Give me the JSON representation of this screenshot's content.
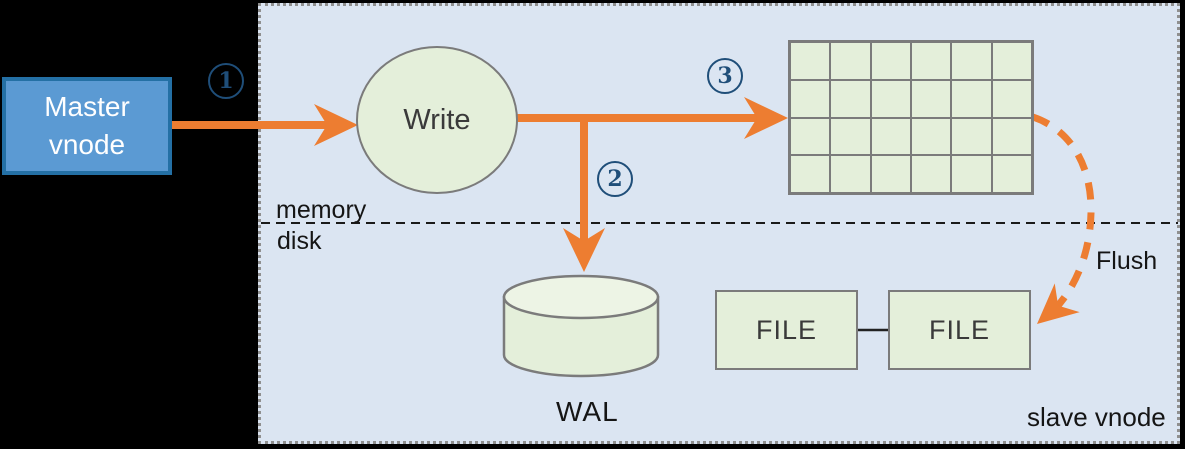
{
  "colors": {
    "bg": "#000000",
    "panel-fill": "#dbe5f2",
    "panel-border": "#8f8f8f",
    "node-green-fill": "#e4efda",
    "node-green-top": "#edf4e5",
    "node-border-gray": "#7b7b7b",
    "accent-orange": "#ed7d31",
    "step-blue": "#1f4e79",
    "master-fill": "#5b9ad3",
    "master-border": "#2470a5",
    "text-dark": "#3a3a3a",
    "text-black": "#151515"
  },
  "master_node": {
    "label": "Master vnode"
  },
  "panel": {
    "label": "slave vnode"
  },
  "divider": {
    "above_label": "memory",
    "below_label": "disk"
  },
  "write_node": {
    "label": "Write"
  },
  "memtable": {
    "rows": 4,
    "cols": 6
  },
  "wal": {
    "label": "WAL"
  },
  "file_nodes": [
    {
      "label": "FILE"
    },
    {
      "label": "FILE"
    }
  ],
  "flush": {
    "label": "Flush"
  },
  "steps": [
    {
      "num": "1"
    },
    {
      "num": "2"
    },
    {
      "num": "3"
    }
  ]
}
